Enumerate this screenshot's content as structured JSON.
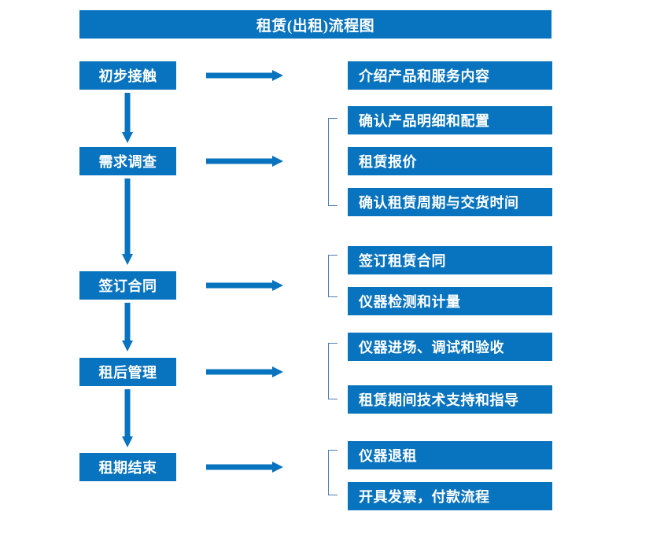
{
  "diagram": {
    "title": "租赁(出租)流程图",
    "theme": {
      "box_fill": "#0873be",
      "box_text": "#ffffff",
      "arrow_color": "#0873be",
      "bracket_color": "#4d7fb3",
      "background": "#ffffff"
    },
    "stages": [
      {
        "id": "stage-1",
        "label": "初步接触"
      },
      {
        "id": "stage-2",
        "label": "需求调查"
      },
      {
        "id": "stage-3",
        "label": "签订合同"
      },
      {
        "id": "stage-4",
        "label": "租后管理"
      },
      {
        "id": "stage-5",
        "label": "租期结束"
      }
    ],
    "details": [
      {
        "id": "detail-1",
        "label": "介绍产品和服务内容",
        "group": 1
      },
      {
        "id": "detail-2",
        "label": "确认产品明细和配置",
        "group": 2
      },
      {
        "id": "detail-3",
        "label": "租赁报价",
        "group": 2
      },
      {
        "id": "detail-4",
        "label": "确认租赁周期与交货时间",
        "group": 2
      },
      {
        "id": "detail-5",
        "label": "签订租赁合同",
        "group": 3
      },
      {
        "id": "detail-6",
        "label": "仪器检测和计量",
        "group": 3
      },
      {
        "id": "detail-7",
        "label": "仪器进场、调试和验收",
        "group": 4
      },
      {
        "id": "detail-8",
        "label": "租赁期间技术支持和指导",
        "group": 4
      },
      {
        "id": "detail-9",
        "label": "仪器退租",
        "group": 5
      },
      {
        "id": "detail-10",
        "label": "开具发票，付款流程",
        "group": 5
      }
    ],
    "connectors": {
      "horizontal_arrow_count": 5,
      "vertical_arrow_count": 4,
      "bracket_count": 4
    }
  }
}
